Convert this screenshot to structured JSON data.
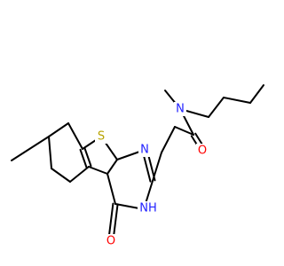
{
  "molecule": {
    "colors": {
      "bond": "#000000",
      "carbon": "#000000",
      "nitrogen": "#1f1fff",
      "sulfur": "#b8a300",
      "oxygen": "#ff0000",
      "background": "#ffffff"
    },
    "atoms": {
      "s1": {
        "label": "S",
        "element": "sulfur"
      },
      "n1": {
        "label": "N",
        "element": "nitrogen"
      },
      "n2": {
        "label": "N",
        "element": "nitrogen"
      },
      "nh": {
        "label": "NH",
        "element": "nitrogen"
      },
      "o1": {
        "label": "O",
        "element": "oxygen"
      },
      "o2": {
        "label": "O",
        "element": "oxygen"
      }
    }
  }
}
